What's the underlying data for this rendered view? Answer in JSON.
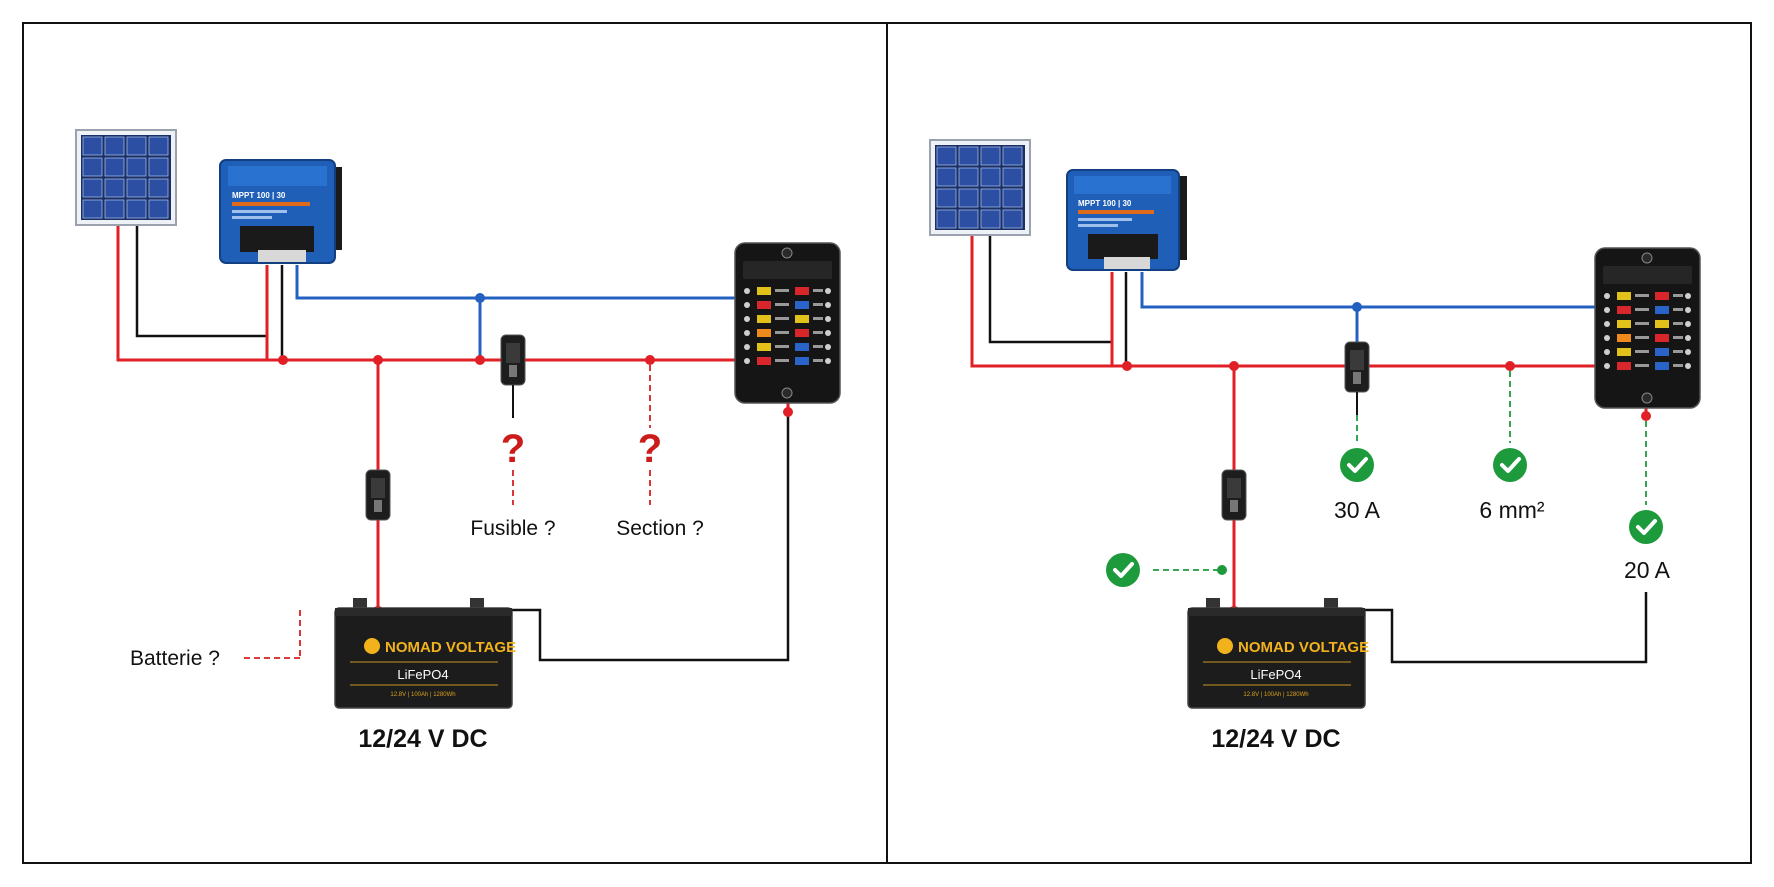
{
  "left_panel": {
    "voltage_label": "12/24 V DC",
    "battery_question": "Batterie ?",
    "fuse_question": "Fusible ?",
    "section_question": "Section ?",
    "question_mark": "?"
  },
  "right_panel": {
    "voltage_label": "12/24 V DC",
    "fuse_value": "30 A",
    "section_value": "6 mm²",
    "output_fuse_value": "20 A"
  },
  "battery": {
    "brand": "NOMAD VOLTAGE",
    "chemistry": "LiFePO4",
    "spec": "12.8V | 100Ah | 1280Wh"
  },
  "controller": {
    "model": "MPPT 100 | 30"
  },
  "colors": {
    "positive_wire": "#e01f26",
    "negative_wire": "#111111",
    "signal_wire": "#2460c2",
    "question_red": "#cc1b1b",
    "check_green": "#1d9a3c"
  },
  "icons": {
    "solar_panel": "solar-panel-icon",
    "charge_controller": "mppt-controller-icon",
    "fuse_holder": "inline-fuse-icon",
    "fuse_box": "fuse-box-icon",
    "battery": "battery-icon",
    "check": "check-circle-icon",
    "question": "question-mark-icon"
  }
}
